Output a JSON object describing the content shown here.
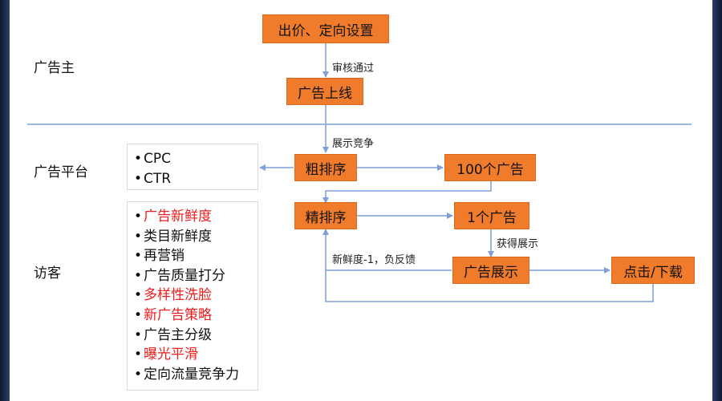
{
  "lanes": {
    "advertiser": "广告主",
    "platform": "广告平台",
    "visitor": "访客"
  },
  "nodes": {
    "bid_setup": "出价、定向设置",
    "ad_online": "广告上线",
    "coarse_rank": "粗排序",
    "top100": "100个广告",
    "fine_rank": "精排序",
    "top1": "1个广告",
    "ad_show": "广告展示",
    "click_download": "点击/下载"
  },
  "edge_labels": {
    "review_pass": "审核通过",
    "display_compete": "展示竞争",
    "get_display": "获得展示",
    "freshness_feedback": "新鲜度-1，负反馈"
  },
  "metrics": {
    "items": [
      "CPC",
      "CTR"
    ]
  },
  "factors": {
    "items": [
      {
        "text": "广告新鲜度",
        "color": "#ee1c1c"
      },
      {
        "text": "类目新鲜度",
        "color": "#111111"
      },
      {
        "text": "再营销",
        "color": "#111111"
      },
      {
        "text": "广告质量打分",
        "color": "#111111"
      },
      {
        "text": "多样性洗脸",
        "color": "#ee1c1c"
      },
      {
        "text": "新广告策略",
        "color": "#ee1c1c"
      },
      {
        "text": "广告主分级",
        "color": "#111111"
      },
      {
        "text": "曝光平滑",
        "color": "#ee1c1c"
      },
      {
        "text": "定向流量竞争力",
        "color": "#111111"
      }
    ]
  },
  "colors": {
    "box_fill": "#f07c2b",
    "arrow": "#7f9fd6",
    "emphasis": "#ee1c1c"
  }
}
